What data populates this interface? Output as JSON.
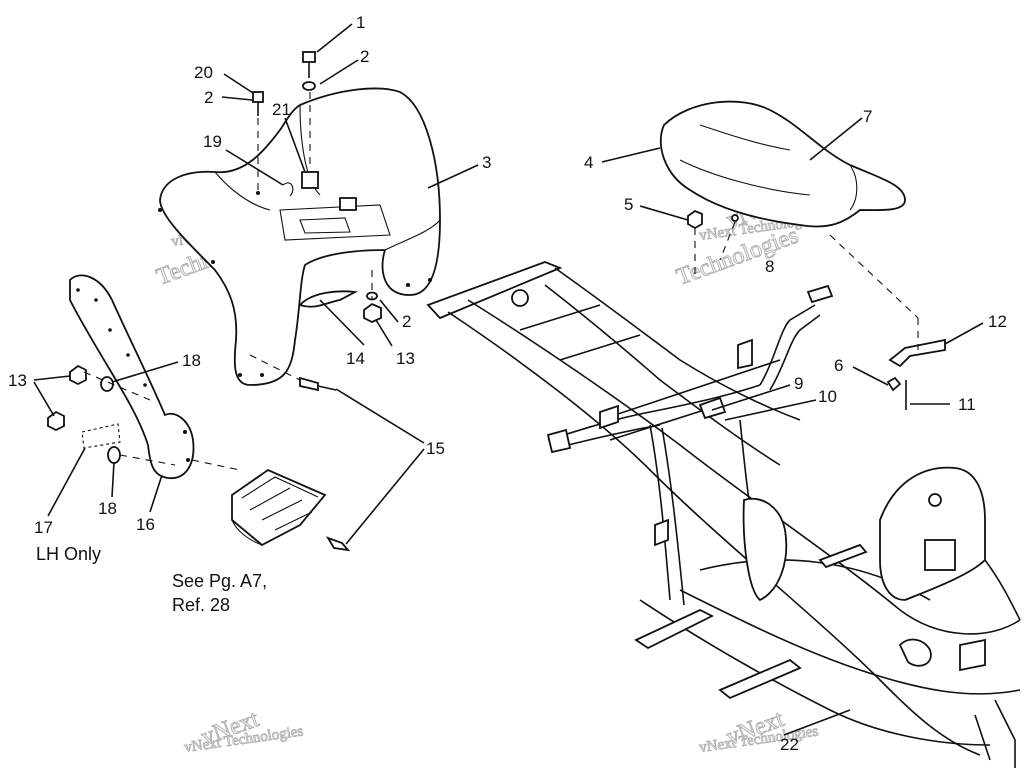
{
  "callouts": [
    "1",
    "2",
    "20",
    "2",
    "21",
    "19",
    "3",
    "4",
    "7",
    "5",
    "8",
    "12",
    "6",
    "11",
    "9",
    "10",
    "18",
    "13",
    "14",
    "2",
    "13",
    "13",
    "18",
    "17",
    "16",
    "15",
    "22"
  ],
  "notes": {
    "lh_only": "LH Only",
    "see_page_line1": "See Pg. A7,",
    "see_page_line2": "Ref. 28"
  },
  "watermark": {
    "line1": "vNext Technologies",
    "line2": "vNext",
    "line3": "Technologies"
  },
  "colors": {
    "ink": "#111111",
    "watermark": "#aaaaaa",
    "background": "#ffffff"
  }
}
